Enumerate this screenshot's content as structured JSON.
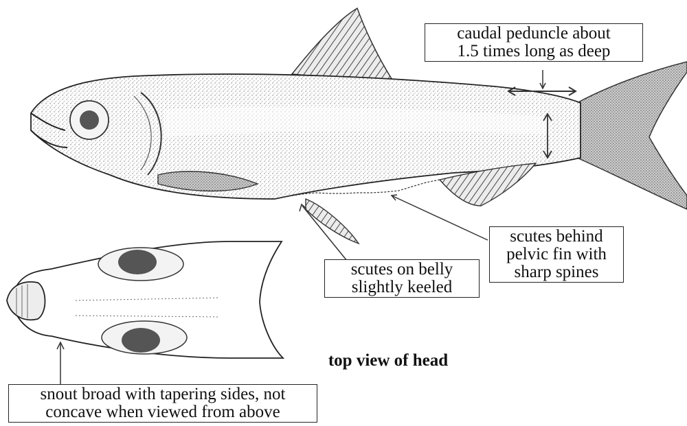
{
  "labels": {
    "caudal": {
      "line1": "caudal peduncle about",
      "line2": "1.5 times long as deep"
    },
    "scutes_behind": {
      "line1": "scutes behind",
      "line2": "pelvic fin with",
      "line3": "sharp spines"
    },
    "scutes_belly": {
      "line1": "scutes on belly",
      "line2": "slightly keeled"
    },
    "top_view": "top view of head",
    "snout": {
      "line1": "snout broad with tapering sides, not",
      "line2": "concave when viewed from above"
    }
  }
}
